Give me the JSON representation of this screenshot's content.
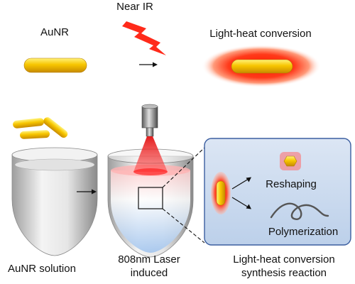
{
  "labels": {
    "aunr": "AuNR",
    "near_ir": "Near IR",
    "light_heat": "Light-heat  conversion",
    "reshaping": "Reshaping",
    "polymerization": "Polymerization",
    "aunr_solution": "AuNR solution",
    "laser_line1": "808nm Laser",
    "laser_line2": "induced",
    "reaction_line1": "Light-heat conversion",
    "reaction_line2": "synthesis reaction"
  },
  "colors": {
    "gold_light": "#fff27a",
    "gold": "#f7c600",
    "gold_dark": "#c78a00",
    "lightning": "#ff2a1a",
    "heat_core": "#ff1a00",
    "heat_edge": "#ffd2c0",
    "laser": "#e01010",
    "panel_fill": "#ccdaee",
    "panel_stroke": "#3b5ea0",
    "tube_gray": "#bfbfbf",
    "liquid_blue": "#bcd6f3"
  }
}
